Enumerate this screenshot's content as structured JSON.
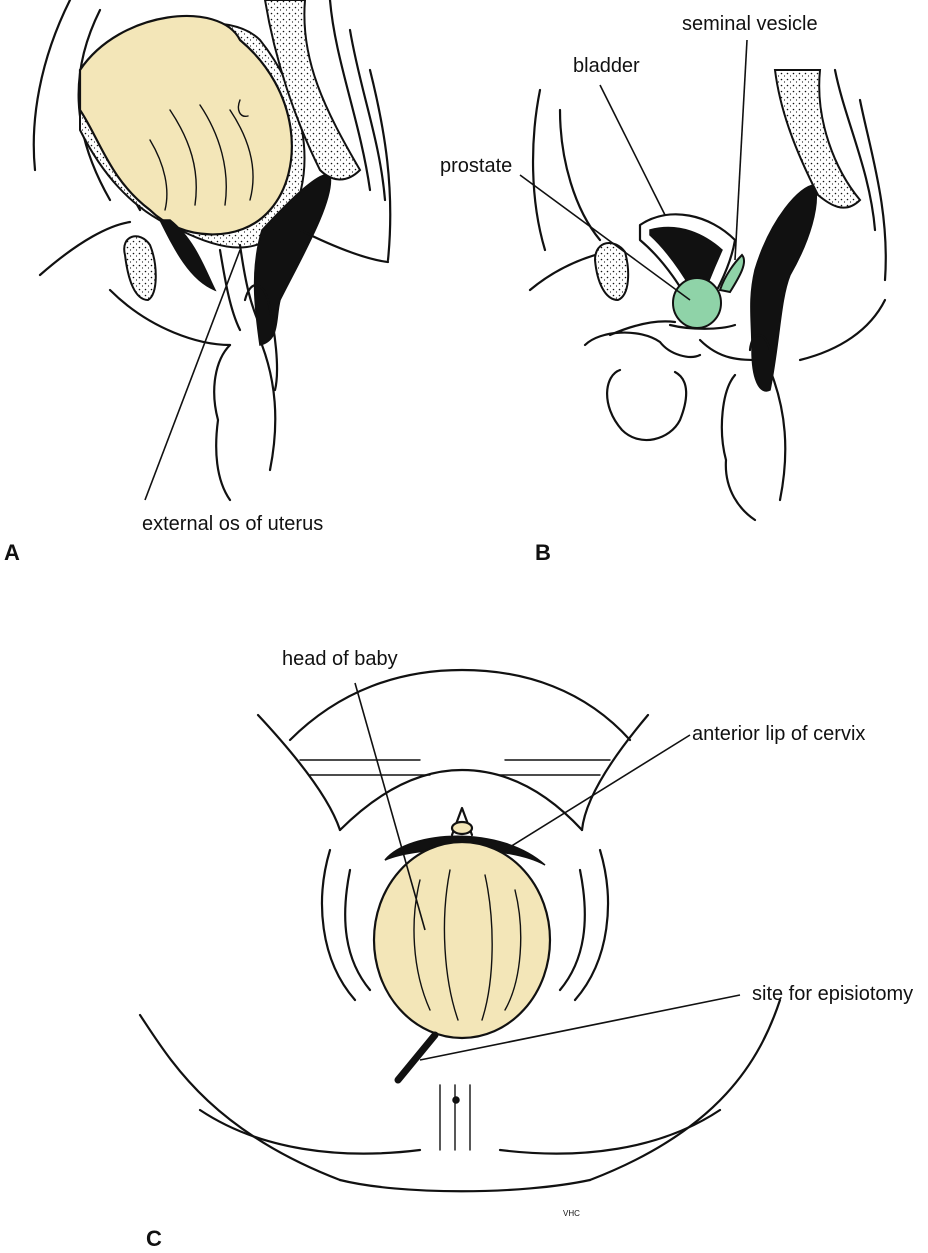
{
  "panels": {
    "a": {
      "panel_label": "A",
      "labels": {
        "external_os": "external os of uterus"
      }
    },
    "b": {
      "panel_label": "B",
      "labels": {
        "seminal_vesicle": "seminal vesicle",
        "bladder": "bladder",
        "prostate": "prostate"
      }
    },
    "c": {
      "panel_label": "C",
      "labels": {
        "head_of_baby": "head of baby",
        "anterior_lip": "anterior lip of cervix",
        "episiotomy": "site for episiotomy"
      },
      "artist_initials": "VHC"
    }
  },
  "colors": {
    "baby_head": "#f3e6b8",
    "prostate": "#8fd3a8",
    "ink": "#111111"
  }
}
